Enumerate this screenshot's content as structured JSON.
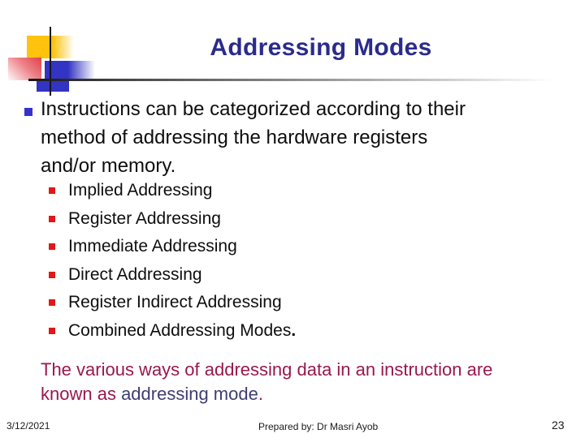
{
  "slide": {
    "title": "Addressing Modes",
    "bullet_main_lines": [
      "Instructions can be categorized according to their",
      "method of addressing the hardware registers",
      "and/or memory."
    ],
    "sub_bullets": [
      "Implied Addressing",
      "Register Addressing",
      "Immediate Addressing",
      "Direct Addressing",
      "Register Indirect Addressing",
      "Combined Addressing Modes"
    ],
    "sub_bullets_last_period": ".",
    "closing": {
      "line1": "The various ways of addressing data in an instruction are",
      "line2_prefix": "known as ",
      "line2_highlight": "addressing mode",
      "line2_period": "."
    },
    "footer": {
      "date": "3/12/2021",
      "prepared_by": "Prepared by: Dr Masri Ayob",
      "page_number": "23"
    },
    "colors": {
      "title_navy": "#2B2B8C",
      "body_text": "#0E0E0E",
      "main_bullet_square": "#3333CC",
      "sub_bullet_square": "#E01818",
      "closing_maroon": "#98184E",
      "closing_blue": "#3D3D73",
      "decor_yellow": "#FFC20D",
      "decor_red": "#E4404A",
      "decor_blue": "#3333C4"
    }
  }
}
